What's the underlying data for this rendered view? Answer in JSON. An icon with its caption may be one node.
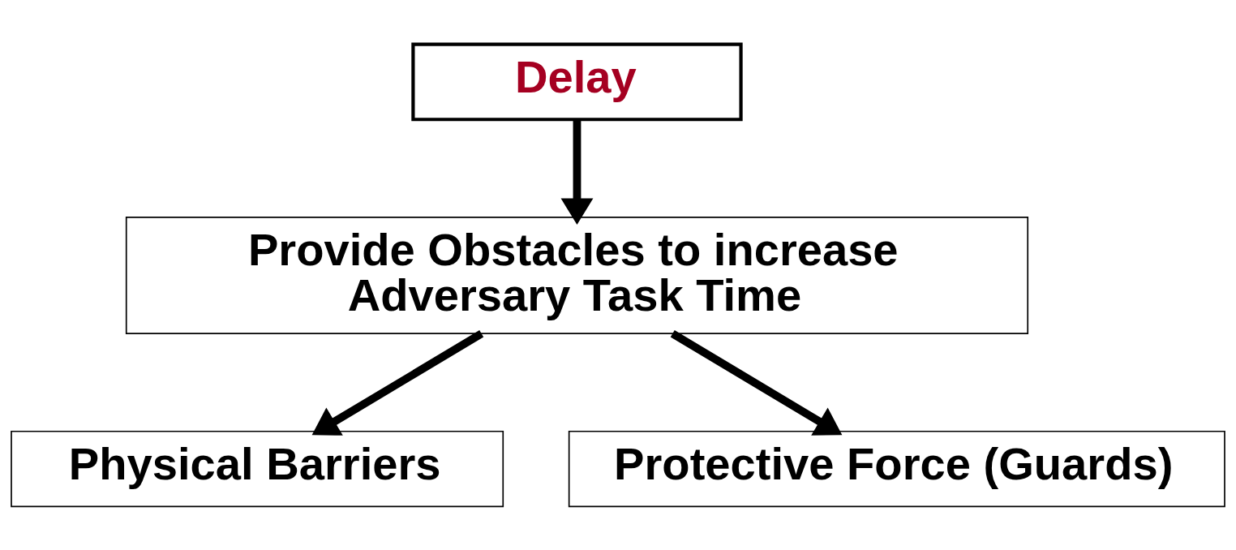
{
  "diagram": {
    "nodes": [
      {
        "text": [
          "Delay"
        ]
      },
      {
        "text": [
          "Provide Obstacles to increase Adversary Task Time"
        ]
      },
      {
        "text": [
          "Physical Barriers"
        ]
      },
      {
        "text": [
          "Protective Force (Guards)"
        ]
      }
    ],
    "edges": [
      {
        "from": 0,
        "to": 1,
        "arrow": "to"
      },
      {
        "from": 1,
        "to": 2,
        "arrow": "to"
      },
      {
        "from": 1,
        "to": 3,
        "arrow": "to"
      }
    ]
  }
}
